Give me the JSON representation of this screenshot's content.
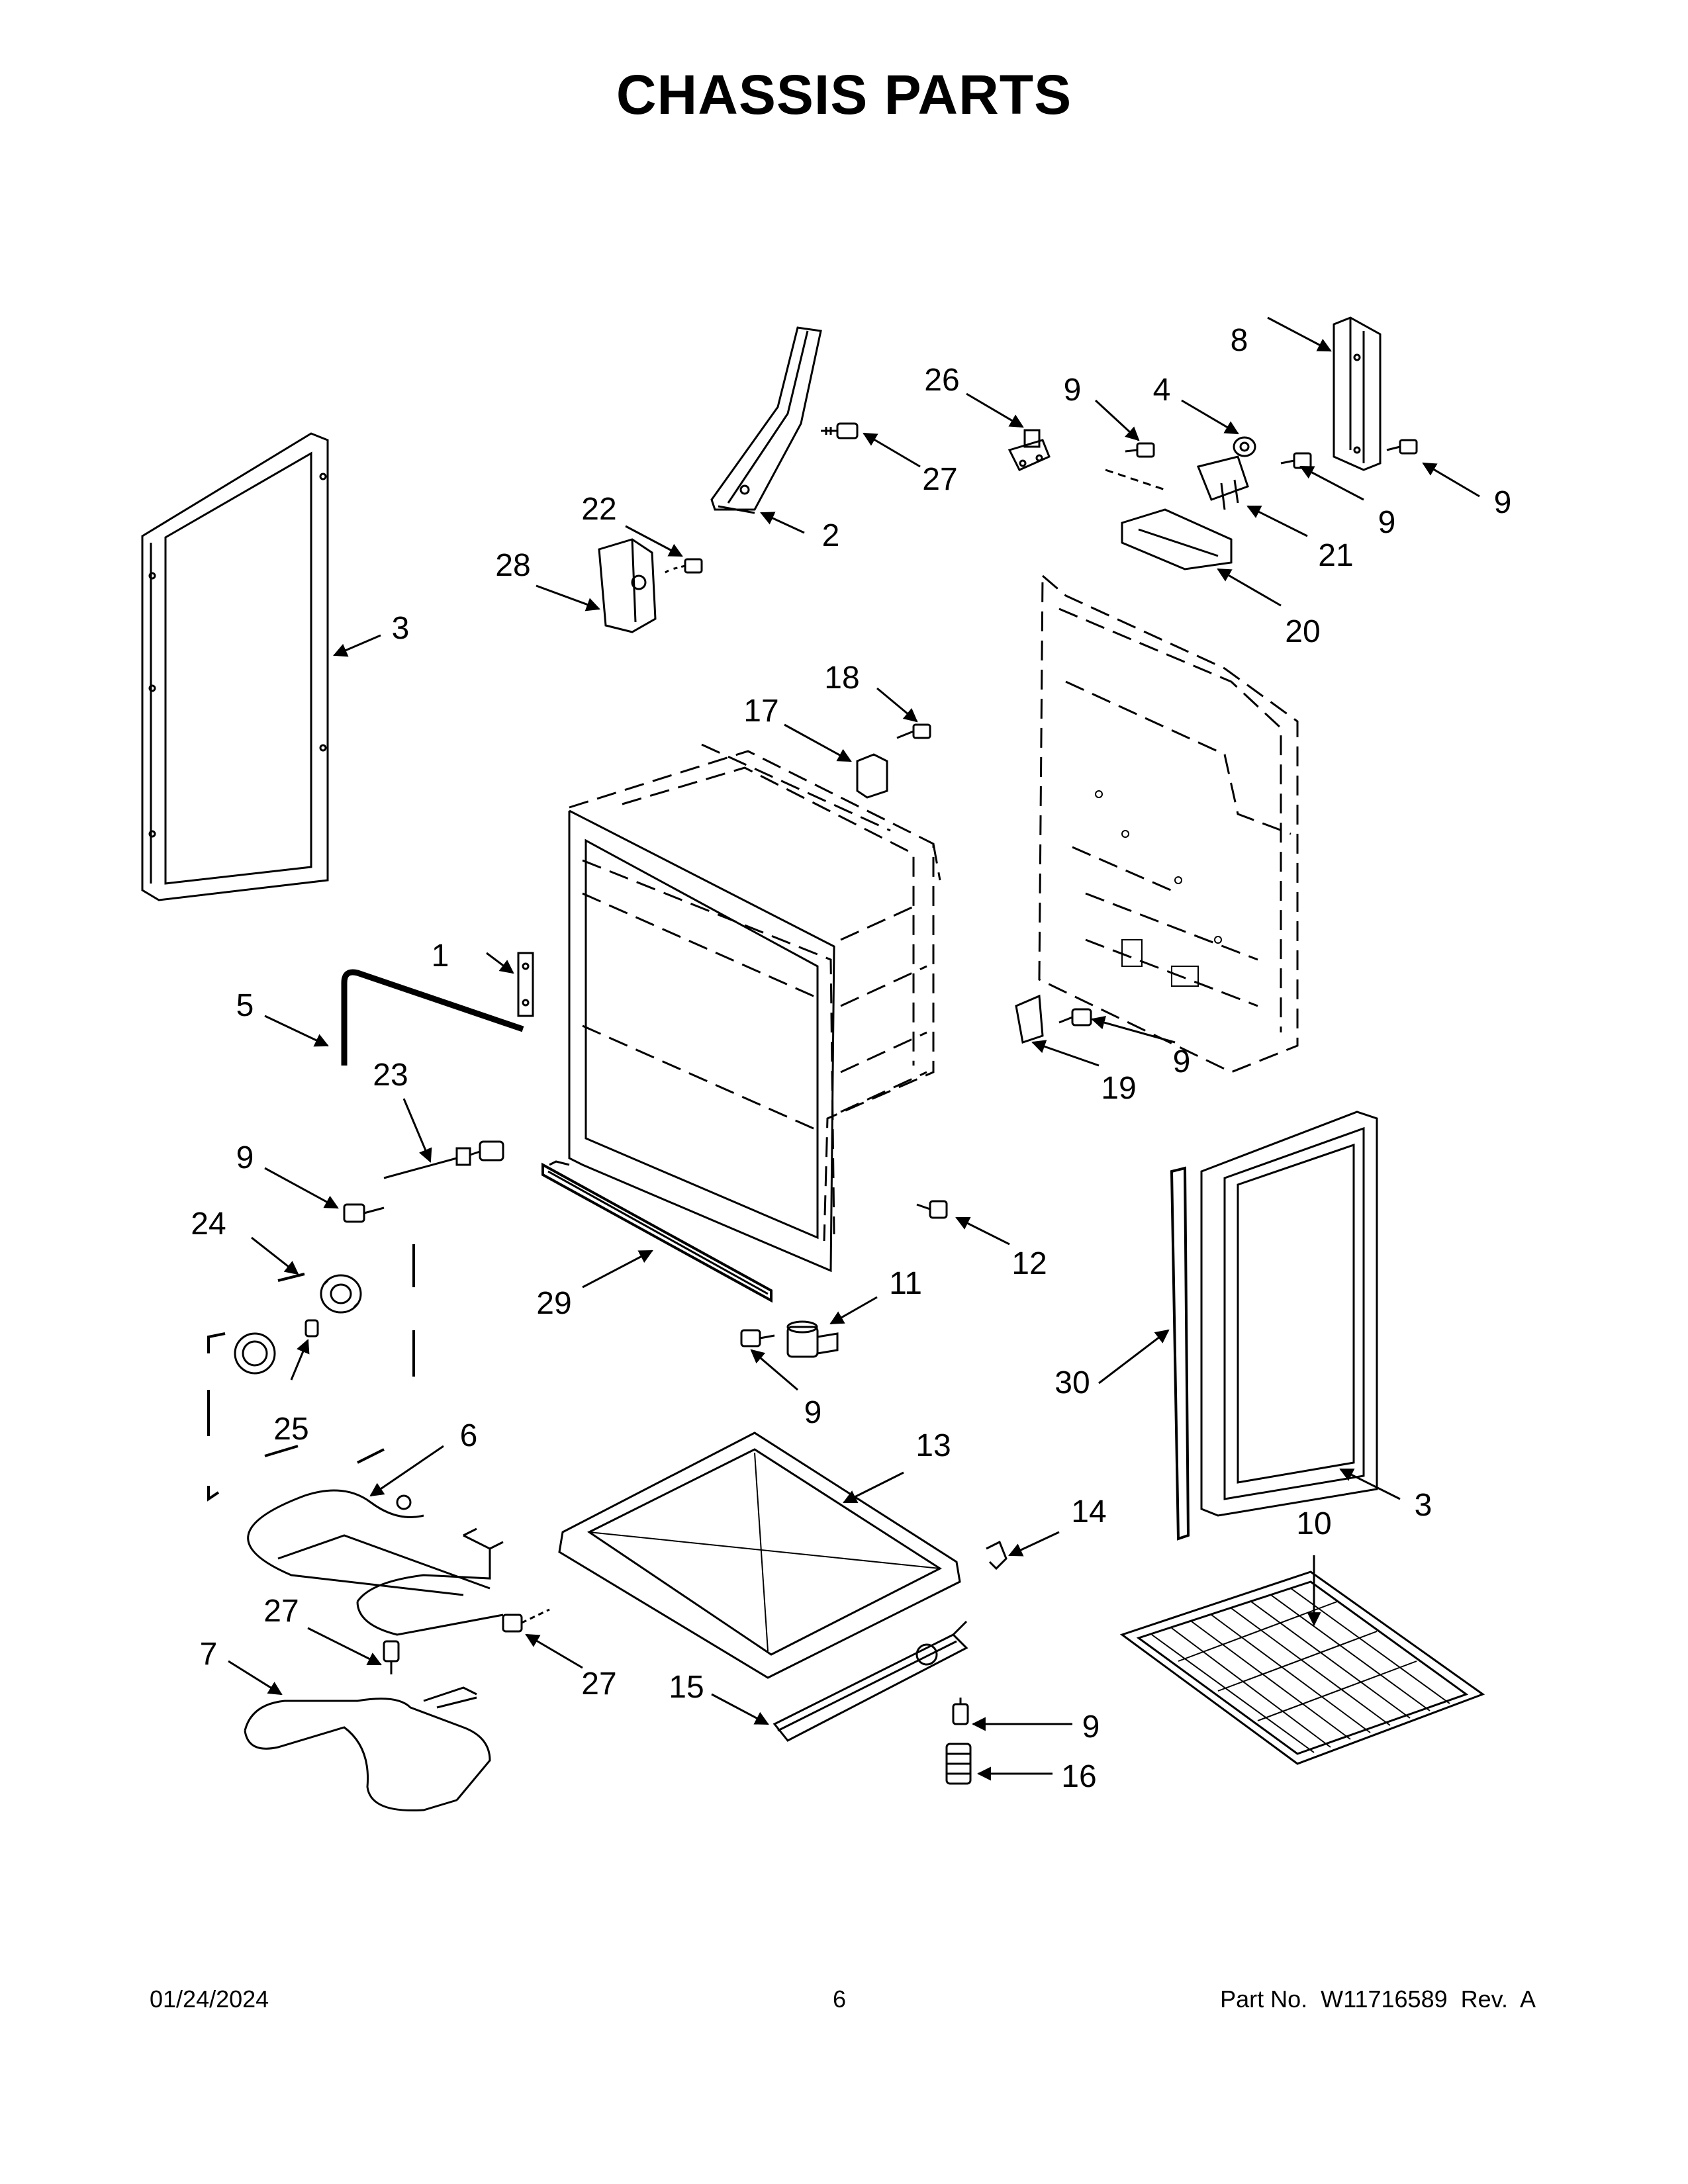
{
  "title": "CHASSIS PARTS",
  "footer": {
    "date": "01/24/2024",
    "page": "6",
    "part_number": "Part No.  W11716589  Rev.  A"
  },
  "callouts": [
    {
      "id": "c1",
      "label": "1"
    },
    {
      "id": "c2",
      "label": "2"
    },
    {
      "id": "c3a",
      "label": "3"
    },
    {
      "id": "c3b",
      "label": "3"
    },
    {
      "id": "c4",
      "label": "4"
    },
    {
      "id": "c5",
      "label": "5"
    },
    {
      "id": "c6",
      "label": "6"
    },
    {
      "id": "c7",
      "label": "7"
    },
    {
      "id": "c8",
      "label": "8"
    },
    {
      "id": "c9a",
      "label": "9"
    },
    {
      "id": "c9b",
      "label": "9"
    },
    {
      "id": "c9c",
      "label": "9"
    },
    {
      "id": "c9d",
      "label": "9"
    },
    {
      "id": "c9e",
      "label": "9"
    },
    {
      "id": "c9f",
      "label": "9"
    },
    {
      "id": "c9g",
      "label": "9"
    },
    {
      "id": "c10",
      "label": "10"
    },
    {
      "id": "c11",
      "label": "11"
    },
    {
      "id": "c12",
      "label": "12"
    },
    {
      "id": "c13",
      "label": "13"
    },
    {
      "id": "c14",
      "label": "14"
    },
    {
      "id": "c15",
      "label": "15"
    },
    {
      "id": "c16",
      "label": "16"
    },
    {
      "id": "c17",
      "label": "17"
    },
    {
      "id": "c18",
      "label": "18"
    },
    {
      "id": "c19",
      "label": "19"
    },
    {
      "id": "c20",
      "label": "20"
    },
    {
      "id": "c21",
      "label": "21"
    },
    {
      "id": "c22",
      "label": "22"
    },
    {
      "id": "c23",
      "label": "23"
    },
    {
      "id": "c24",
      "label": "24"
    },
    {
      "id": "c25",
      "label": "25"
    },
    {
      "id": "c26",
      "label": "26"
    },
    {
      "id": "c27a",
      "label": "27"
    },
    {
      "id": "c27b",
      "label": "27"
    },
    {
      "id": "c27c",
      "label": "27"
    },
    {
      "id": "c28",
      "label": "28"
    },
    {
      "id": "c29",
      "label": "29"
    },
    {
      "id": "c30",
      "label": "30"
    }
  ]
}
